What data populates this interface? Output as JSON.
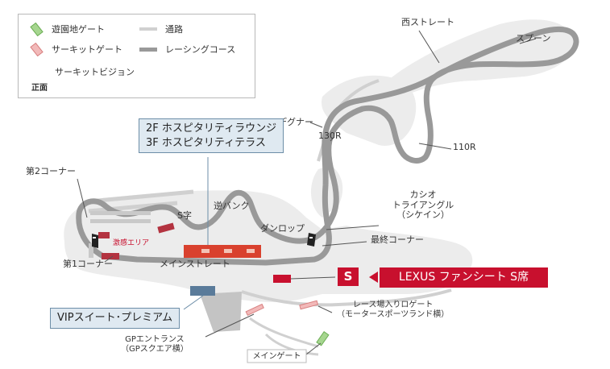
{
  "legend": {
    "park_gate": "遊園地ゲート",
    "circuit_gate": "サーキットゲート",
    "circuit_vision": "サーキットビジョン",
    "front": "正面",
    "path": "通路",
    "racing_course": "レーシングコース"
  },
  "labels": {
    "west_straight": "西ストレート",
    "spoon": "スプーン",
    "degner": "デグナー",
    "r130": "130R",
    "r110": "110R",
    "second_corner": "第2コーナー",
    "s_curve": "S字",
    "reverse_bank": "逆バンク",
    "dunlop": "ダンロップ",
    "casio": "カシオ",
    "triangle": "トライアングル",
    "chicane": "（シケイン）",
    "final_corner": "最終コーナー",
    "first_corner": "第1コーナー",
    "main_straight": "メインストレート",
    "excitement_area": "激感エリア",
    "race_gate_line1": "レース場入りロゲート",
    "race_gate_line2": "（モータースポーツランド横）",
    "gp_entrance_line1": "GPエントランス",
    "gp_entrance_line2": "（GPスクエア横）",
    "main_gate": "メインゲート"
  },
  "hospitality": {
    "line1": "2F ホスピタリティラウンジ",
    "line2": "3F ホスピタリティテラス"
  },
  "vip": "VIPスイート･プレミアム",
  "seat_badge": "S",
  "seat_banner": "LEXUS ファンシート S席",
  "colors": {
    "accent_red": "#c8102e",
    "track": "#999999",
    "path": "#d0d0d0",
    "ground": "#ececec",
    "callout_bg": "#dfe9f1",
    "callout_border": "#6d8ea8",
    "vip_block": "#5a7b9a"
  }
}
